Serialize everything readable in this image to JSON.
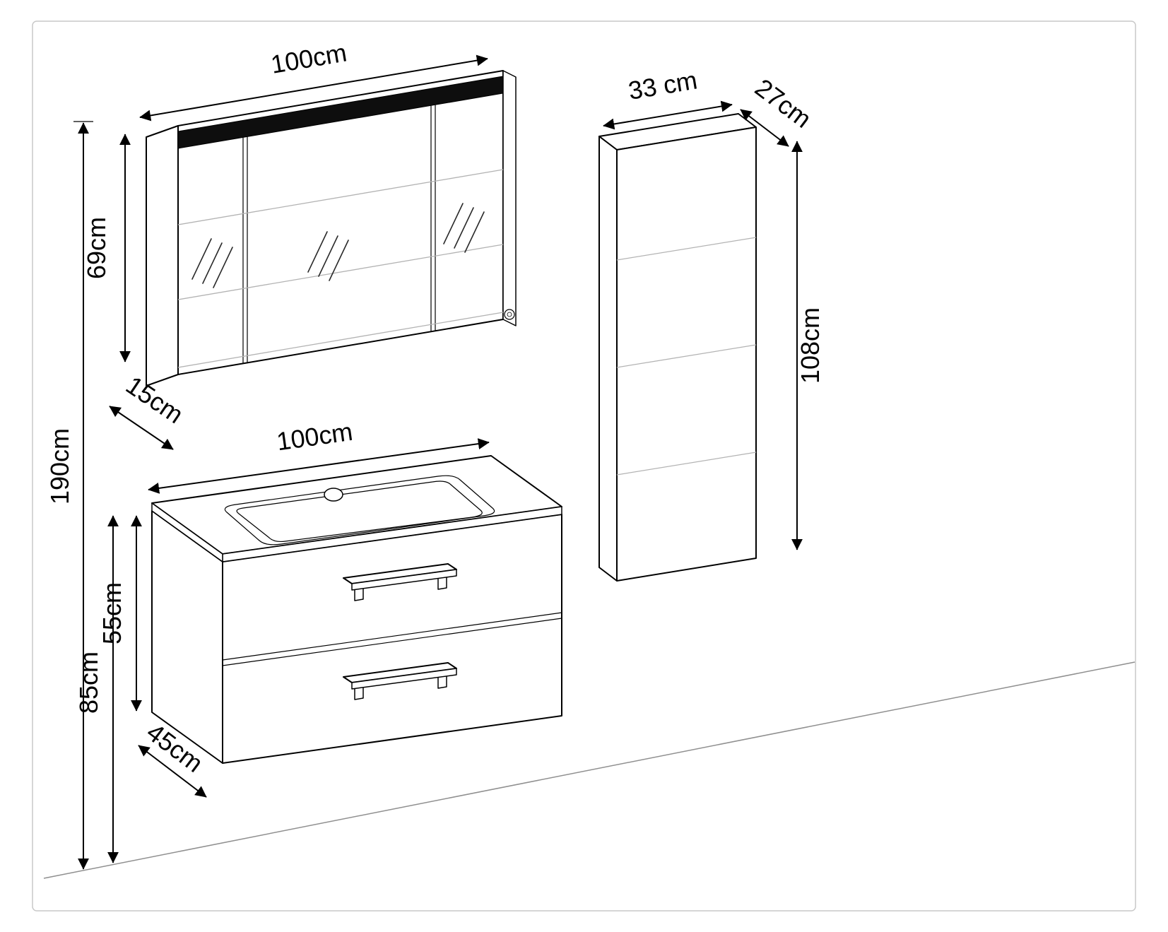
{
  "colors": {
    "line": "#000000",
    "light_line": "#b3b3b3",
    "led_strip": "#0e0e0e",
    "floor_line": "#8f8f8f",
    "border": "#c9c9c9",
    "background": "#ffffff"
  },
  "diagram": {
    "mirror_cabinet": {
      "width": "100cm",
      "height": "69cm",
      "depth": "15cm"
    },
    "vanity": {
      "width": "100cm",
      "cabinet_height": "55cm",
      "depth": "45cm",
      "mounting_height": "85cm"
    },
    "tall_cabinet": {
      "width": "33 cm",
      "depth": "27cm",
      "height": "108cm"
    },
    "overall": {
      "height": "190cm"
    }
  }
}
